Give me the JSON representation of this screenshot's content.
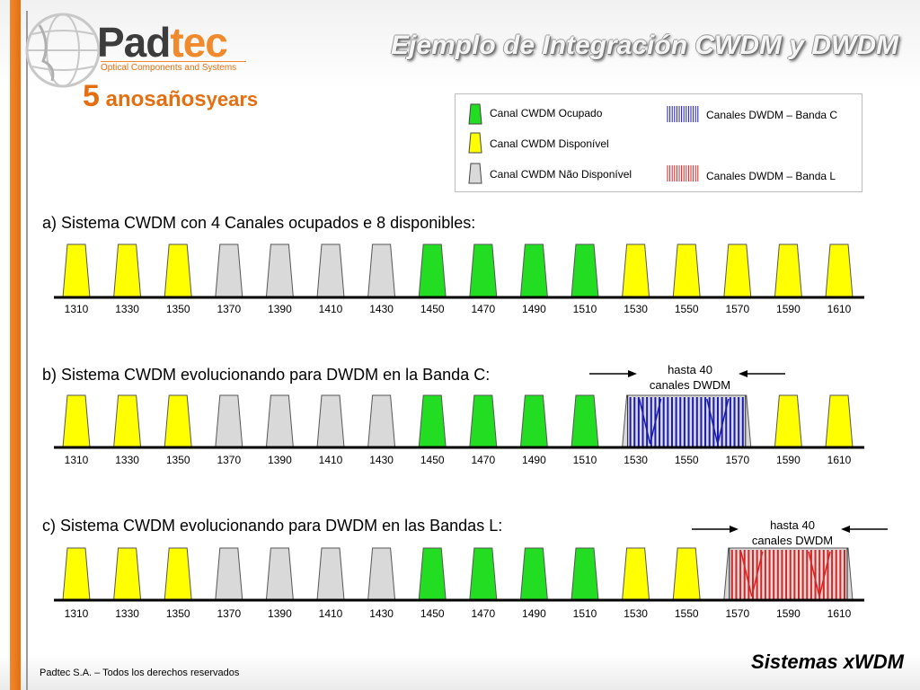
{
  "header": {
    "title": "Ejemplo de Integración CWDM y DWDM",
    "logo": {
      "name_part1": "Pad",
      "name_part2": "tec",
      "subtitle": "Optical Components and Systems",
      "anniversary_number": "5",
      "anniversary_text": " anosaños",
      "anniversary_suffix": "years"
    }
  },
  "legend": {
    "items": [
      {
        "label": "Canal CWDM Ocupado",
        "color": "#22dd22"
      },
      {
        "label": "Canal CWDM Disponível",
        "color": "#ffff00"
      },
      {
        "label": "Canal CWDM Não Disponível",
        "color": "#d9d9d9"
      },
      {
        "label": "Canales DWDM – Banda C",
        "color": "#1a1ab4"
      },
      {
        "label": "Canales DWDM – Banda L",
        "color": "#dd2222"
      }
    ]
  },
  "diagram": {
    "wavelengths": [
      "1310",
      "1330",
      "1350",
      "1370",
      "1390",
      "1410",
      "1430",
      "1450",
      "1470",
      "1490",
      "1510",
      "1530",
      "1550",
      "1570",
      "1590",
      "1610"
    ],
    "colors": {
      "occupied": "#22dd22",
      "available": "#ffff00",
      "unavailable": "#d9d9d9",
      "band_c": "#1a1ab4",
      "band_l": "#dd2222"
    },
    "sections": [
      {
        "label": "a) Sistema CWDM con 4 Canales ocupados e 8 disponibles:",
        "channels": [
          "available",
          "available",
          "available",
          "unavailable",
          "unavailable",
          "unavailable",
          "unavailable",
          "occupied",
          "occupied",
          "occupied",
          "occupied",
          "available",
          "available",
          "available",
          "available",
          "available"
        ]
      },
      {
        "label": "b) Sistema CWDM evolucionando para DWDM en la Banda C:",
        "channels": [
          "available",
          "available",
          "available",
          "unavailable",
          "unavailable",
          "unavailable",
          "unavailable",
          "occupied",
          "occupied",
          "occupied",
          "occupied",
          "band",
          "band",
          "band",
          "available",
          "available"
        ],
        "dwdm": {
          "band": "band_c",
          "from_channel": 11,
          "to_channel": 13,
          "note_line1": "hasta 40",
          "note_line2": "canales DWDM"
        }
      },
      {
        "label": "c) Sistema CWDM evolucionando para DWDM en las Bandas L:",
        "channels": [
          "available",
          "available",
          "available",
          "unavailable",
          "unavailable",
          "unavailable",
          "unavailable",
          "occupied",
          "occupied",
          "occupied",
          "occupied",
          "available",
          "available",
          "band",
          "band",
          "band"
        ],
        "dwdm": {
          "band": "band_l",
          "from_channel": 13,
          "to_channel": 15,
          "note_line1": "hasta 40",
          "note_line2": "canales DWDM"
        }
      }
    ]
  },
  "footer": {
    "copyright": "Padtec S.A. – Todos los derechos reservados",
    "section_title": "Sistemas xWDM"
  }
}
